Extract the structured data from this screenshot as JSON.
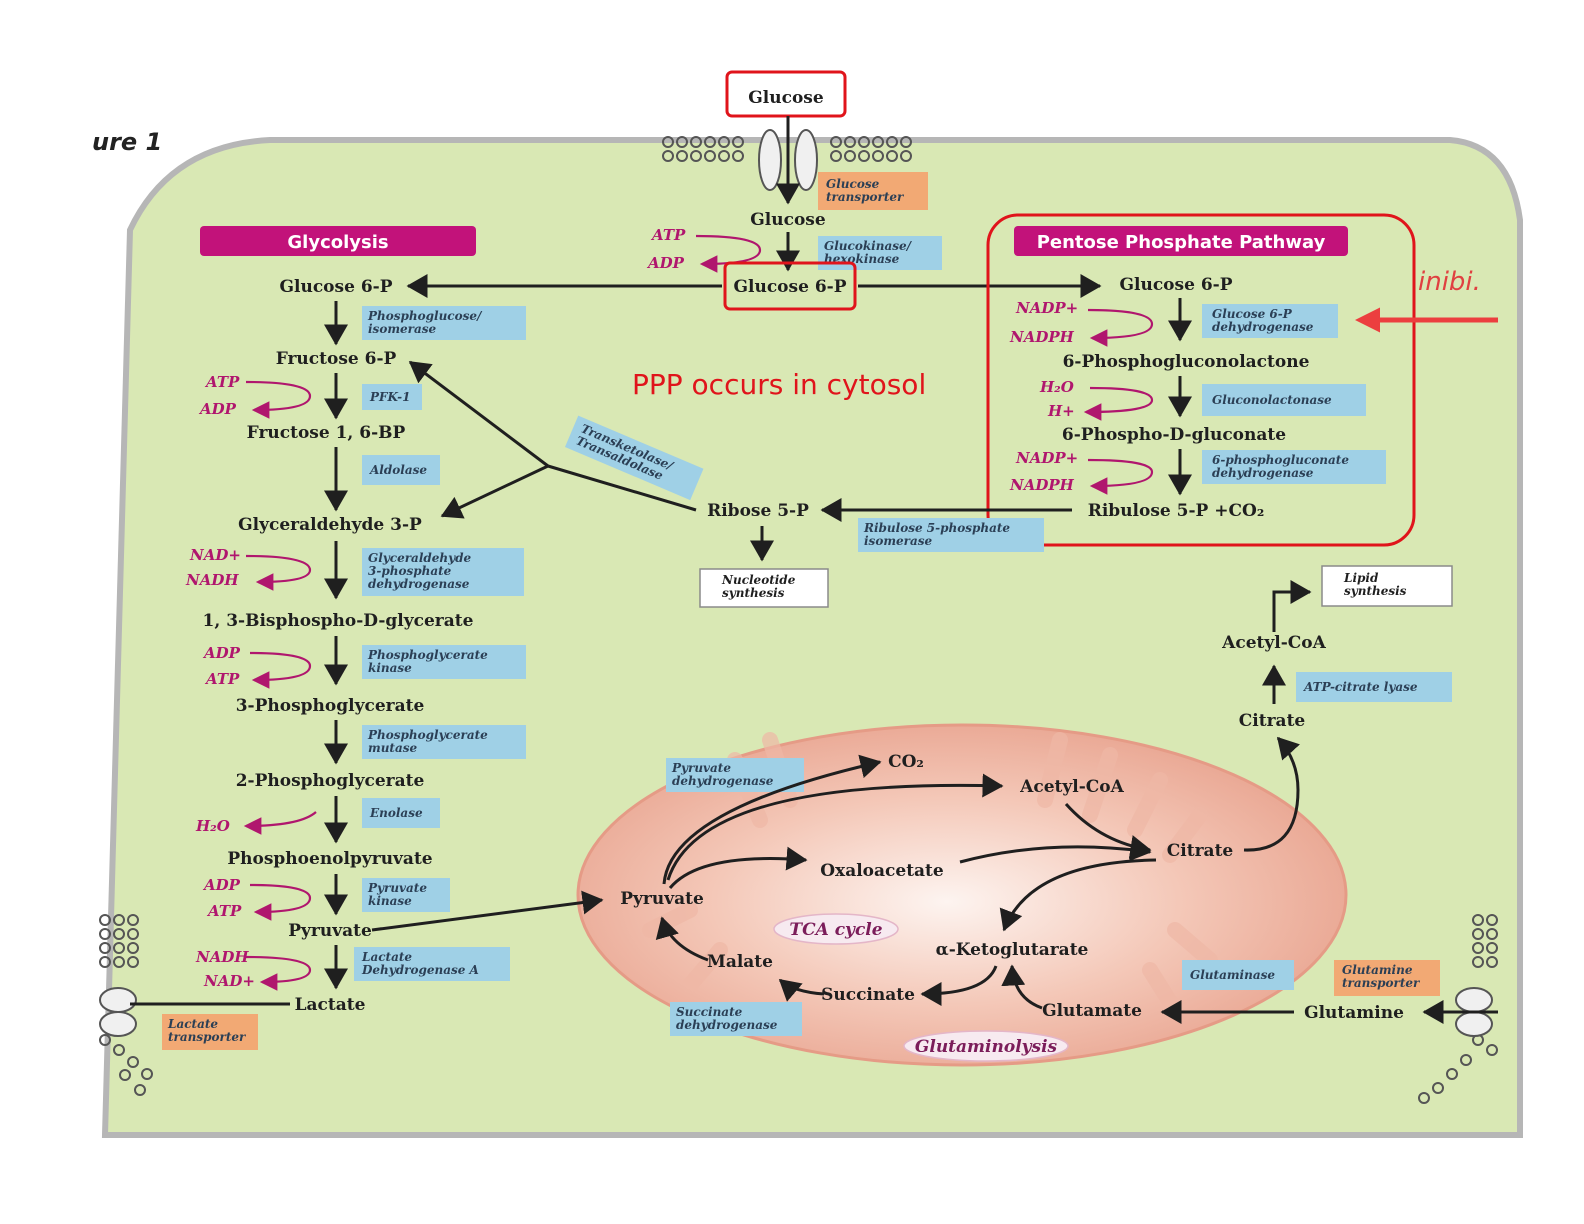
{
  "figure_label": "ure 1",
  "annotation": "PPP occurs in cytosol",
  "inhibit_text": "inibi.",
  "glycolysis": {
    "title": "Glycolysis",
    "metabolites": [
      "Glucose 6-P",
      "Fructose 6-P",
      "Fructose 1, 6-BP",
      "Glyceraldehyde 3-P",
      "1, 3-Bisphospho-D-glycerate",
      "3-Phosphoglycerate",
      "2-Phosphoglycerate",
      "Phosphoenolpyruvate",
      "Pyruvate",
      "Lactate"
    ],
    "enzymes": [
      [
        "Phosphoglucose/",
        "isomerase"
      ],
      [
        "PFK-1"
      ],
      [
        "Aldolase"
      ],
      [
        "Glyceraldehyde",
        "3-phosphate",
        "dehydrogenase"
      ],
      [
        "Phosphoglycerate",
        "kinase"
      ],
      [
        "Phosphoglycerate",
        "mutase"
      ],
      [
        "Enolase"
      ],
      [
        "Pyruvate",
        "kinase"
      ],
      [
        "Lactate",
        "Dehydrogenase A"
      ]
    ],
    "cofactors": [
      [
        "ATP",
        "ADP"
      ],
      [
        "NAD+",
        "NADH"
      ],
      [
        "ADP",
        "ATP"
      ],
      [
        "H₂O"
      ],
      [
        "ADP",
        "ATP"
      ],
      [
        "NADH",
        "NAD+"
      ]
    ]
  },
  "entry": {
    "glucose_out": "Glucose",
    "transporter": [
      "Glucose",
      "transporter"
    ],
    "glucose_in": "Glucose",
    "hexokinase": [
      "Glucokinase/",
      "hexokinase"
    ],
    "cofactors": [
      "ATP",
      "ADP"
    ],
    "g6p": "Glucose 6-P"
  },
  "ppp": {
    "title": "Pentose Phosphate Pathway",
    "metabolites": [
      "Glucose 6-P",
      "6-Phosphogluconolactone",
      "6-Phospho-D-gluconate",
      "Ribulose 5-P +CO₂"
    ],
    "enzymes": [
      [
        "Glucose 6-P",
        "dehydrogenase"
      ],
      [
        "Gluconolactonase"
      ],
      [
        "6-phosphogluconate",
        "dehydrogenase"
      ]
    ],
    "cofactors": [
      [
        "NADP+",
        "NADPH"
      ],
      [
        "H₂O",
        "H+"
      ],
      [
        "NADP+",
        "NADPH"
      ]
    ]
  },
  "nonox": {
    "ribose": "Ribose 5-P",
    "isomerase": [
      "Ribulose 5-phosphate",
      "isomerase"
    ],
    "transketolase": [
      "Transketolase/",
      "Transaldolase"
    ],
    "nucleotide": [
      "Nucleotide",
      "synthesis"
    ]
  },
  "lipid": {
    "lipid_box": [
      "Lipid",
      "synthesis"
    ],
    "acetyl": "Acetyl-CoA",
    "lyase": "ATP-citrate lyase",
    "citrate": "Citrate"
  },
  "mito": {
    "pyruvate": "Pyruvate",
    "pdh": [
      "Pyruvate",
      "dehydrogenase"
    ],
    "co2": "CO₂",
    "acetyl": "Acetyl-CoA",
    "oxaloacetate": "Oxaloacetate",
    "citrate": "Citrate",
    "tca": "TCA cycle",
    "akg": "α-Ketoglutarate",
    "malate": "Malate",
    "succinate": "Succinate",
    "sdh": [
      "Succinate",
      "dehydrogenase"
    ],
    "glutamate": "Glutamate",
    "glutaminolysis": "Glutaminolysis"
  },
  "glutamine": {
    "glutaminase": "Glutaminase",
    "transporter": [
      "Glutamine",
      "transporter"
    ],
    "glutamine": "Glutamine"
  },
  "lactate_transporter": [
    "Lactate",
    "transporter"
  ]
}
